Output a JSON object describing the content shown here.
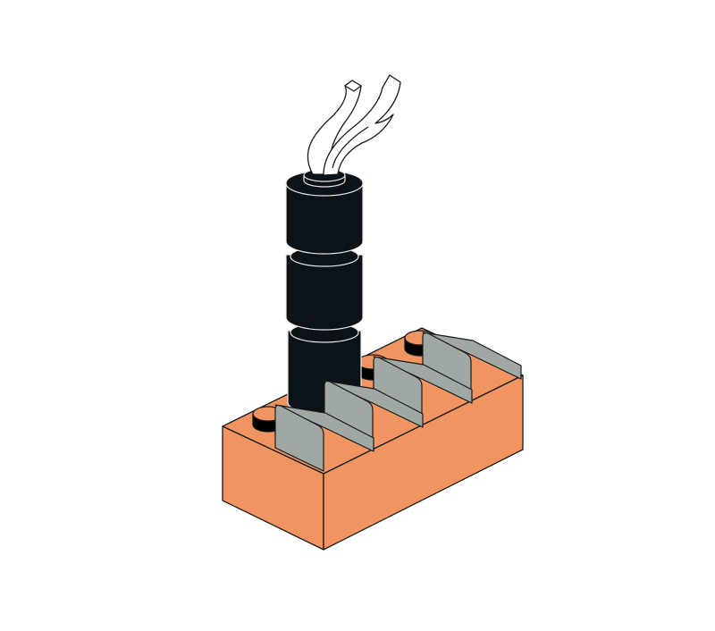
{
  "colors": {
    "background": "#ffffff",
    "brick": "#f09562",
    "stud_shadow": "#000000",
    "column": "#0b1218",
    "column_highlight": "#1d2a34",
    "slope": "#9fa8a2",
    "slope_dark": "#8c958f",
    "plume": "#ffffff",
    "outline": "#1a1a1a"
  },
  "parts": [
    "brick-2x4",
    "cheese-slope",
    "cylinder-column",
    "plume-element"
  ]
}
